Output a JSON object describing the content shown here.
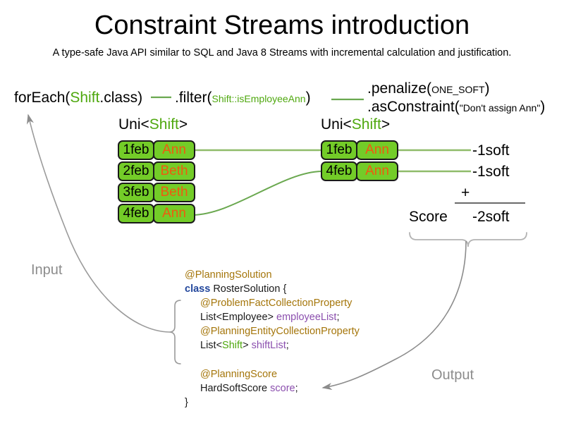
{
  "header": {
    "title": "Constraint Streams introduction",
    "subtitle": "A type-safe Java API similar to SQL and Java 8 Streams with incremental calculation and justification."
  },
  "pipeline": {
    "foreach": {
      "prefix": "forEach(",
      "type": "Shift",
      "suffix": ".class)"
    },
    "filter": {
      "prefix": ".filter(",
      "arg": "Shift::isEmployeeAnn",
      "suffix": ")"
    },
    "penalize": {
      "prefix": ".penalize(",
      "arg": "ONE_SOFT",
      "suffix": ")"
    },
    "as_constraint": {
      "prefix": ".asConstraint(",
      "arg": "\"Don't assign Ann\"",
      "suffix": ")"
    }
  },
  "streams": {
    "left": {
      "label_prefix": "Uni<",
      "label_type": "Shift",
      "label_suffix": ">",
      "rows": [
        {
          "date": "1feb",
          "name": "Ann"
        },
        {
          "date": "2feb",
          "name": "Beth"
        },
        {
          "date": "3feb",
          "name": "Beth"
        },
        {
          "date": "4feb",
          "name": "Ann"
        }
      ]
    },
    "right": {
      "label_prefix": "Uni<",
      "label_type": "Shift",
      "label_suffix": ">",
      "rows": [
        {
          "date": "1feb",
          "name": "Ann"
        },
        {
          "date": "4feb",
          "name": "Ann"
        }
      ]
    }
  },
  "score": {
    "penalties": [
      "-1soft",
      "-1soft"
    ],
    "operator": "+",
    "label": "Score",
    "total": "-2soft"
  },
  "code": {
    "lines": [
      {
        "text": "@PlanningSolution",
        "kind": "annotation",
        "indent": 0
      },
      {
        "text": "class RosterSolution {",
        "kind": "class-decl",
        "indent": 0
      },
      {
        "text": "@ProblemFactCollectionProperty",
        "kind": "annotation",
        "indent": 1
      },
      {
        "text": "List<Employee> employeeList;",
        "kind": "field",
        "indent": 1
      },
      {
        "text": "@PlanningEntityCollectionProperty",
        "kind": "annotation",
        "indent": 1
      },
      {
        "text": "List<Shift> shiftList;",
        "kind": "field",
        "indent": 1
      }
    ],
    "class_keyword": "class",
    "class_name": " RosterSolution {",
    "field_employee": {
      "type": "List<Employee> ",
      "name": "employeeList",
      "semi": ";"
    },
    "field_shift": {
      "type_pre": "List<",
      "type_generic": "Shift",
      "type_post": "> ",
      "name": "shiftList",
      "semi": ";"
    },
    "score_annotation": "@PlanningScore",
    "score_field": {
      "type": "HardSoftScore ",
      "name": "score",
      "semi": ";"
    },
    "closing_brace": "}"
  },
  "flow": {
    "input_label": "Input",
    "output_label": "Output"
  },
  "colors": {
    "tuple_fill": "#73cc28",
    "tuple_border": "#1a1a1a",
    "tuple_date_text": "#000000",
    "tuple_name_text": "#ef5a10",
    "stream_line": "#6aa84f",
    "type_green": "#4fa80f",
    "annotation_brown": "#a5760b",
    "keyword_blue": "#23479c",
    "variable_purple": "#8b4fae",
    "flow_gray": "#8c8c8c"
  }
}
